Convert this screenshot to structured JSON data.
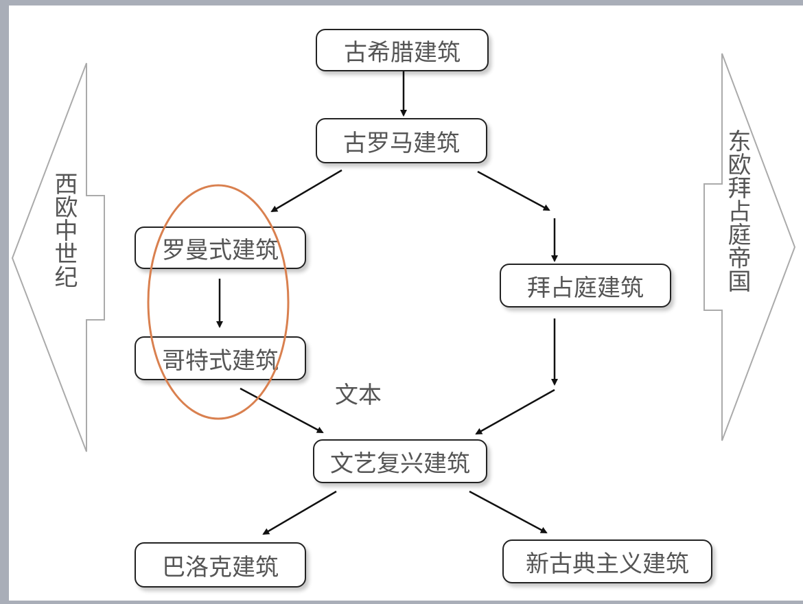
{
  "nodes": {
    "greek": "古希腊建筑",
    "roman": "古罗马建筑",
    "romanesque": "罗曼式建筑",
    "byzantine": "拜占庭建筑",
    "gothic": "哥特式建筑",
    "renaissance": "文艺复兴建筑",
    "baroque": "巴洛克建筑",
    "neoclassical": "新古典主义建筑"
  },
  "side_labels": {
    "left": "西欧中世纪",
    "right": "东欧拜占庭帝国"
  },
  "placeholder_text": "文本",
  "colors": {
    "highlight_ellipse": "#d9804f",
    "side_arrow": "#aaaaaa",
    "frame": "#a9aeb8"
  }
}
